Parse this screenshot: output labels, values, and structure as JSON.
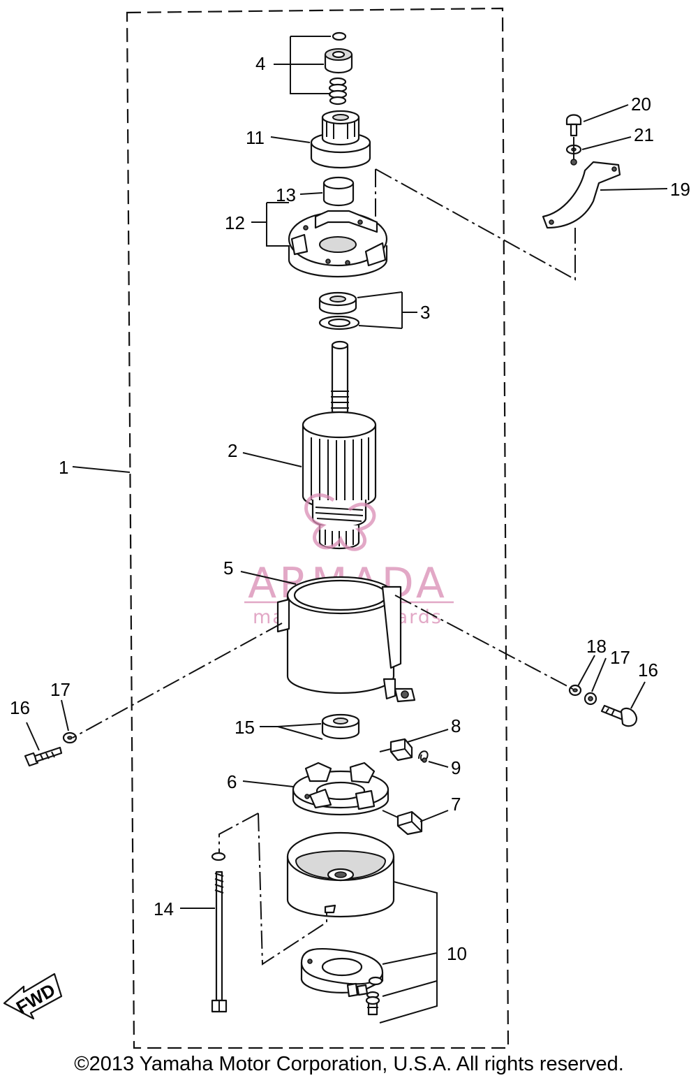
{
  "callouts": [
    {
      "id": "1",
      "text": "1"
    },
    {
      "id": "2",
      "text": "2"
    },
    {
      "id": "3",
      "text": "3"
    },
    {
      "id": "4",
      "text": "4"
    },
    {
      "id": "5",
      "text": "5"
    },
    {
      "id": "6",
      "text": "6"
    },
    {
      "id": "7",
      "text": "7"
    },
    {
      "id": "8",
      "text": "8"
    },
    {
      "id": "9",
      "text": "9"
    },
    {
      "id": "10",
      "text": "10"
    },
    {
      "id": "11",
      "text": "11"
    },
    {
      "id": "12",
      "text": "12"
    },
    {
      "id": "13",
      "text": "13"
    },
    {
      "id": "14",
      "text": "14"
    },
    {
      "id": "15",
      "text": "15"
    },
    {
      "id": "16a",
      "text": "16"
    },
    {
      "id": "16b",
      "text": "16"
    },
    {
      "id": "17a",
      "text": "17"
    },
    {
      "id": "17b",
      "text": "17"
    },
    {
      "id": "18",
      "text": "18"
    },
    {
      "id": "19",
      "text": "19"
    },
    {
      "id": "20",
      "text": "20"
    },
    {
      "id": "21",
      "text": "21"
    }
  ],
  "fwd_label": "FWD",
  "watermark": {
    "brand": "ARMADA",
    "tagline": "marine outboards",
    "color": "#d98cb4"
  },
  "copyright": "©2013 Yamaha Motor Corporation, U.S.A. All rights reserved."
}
